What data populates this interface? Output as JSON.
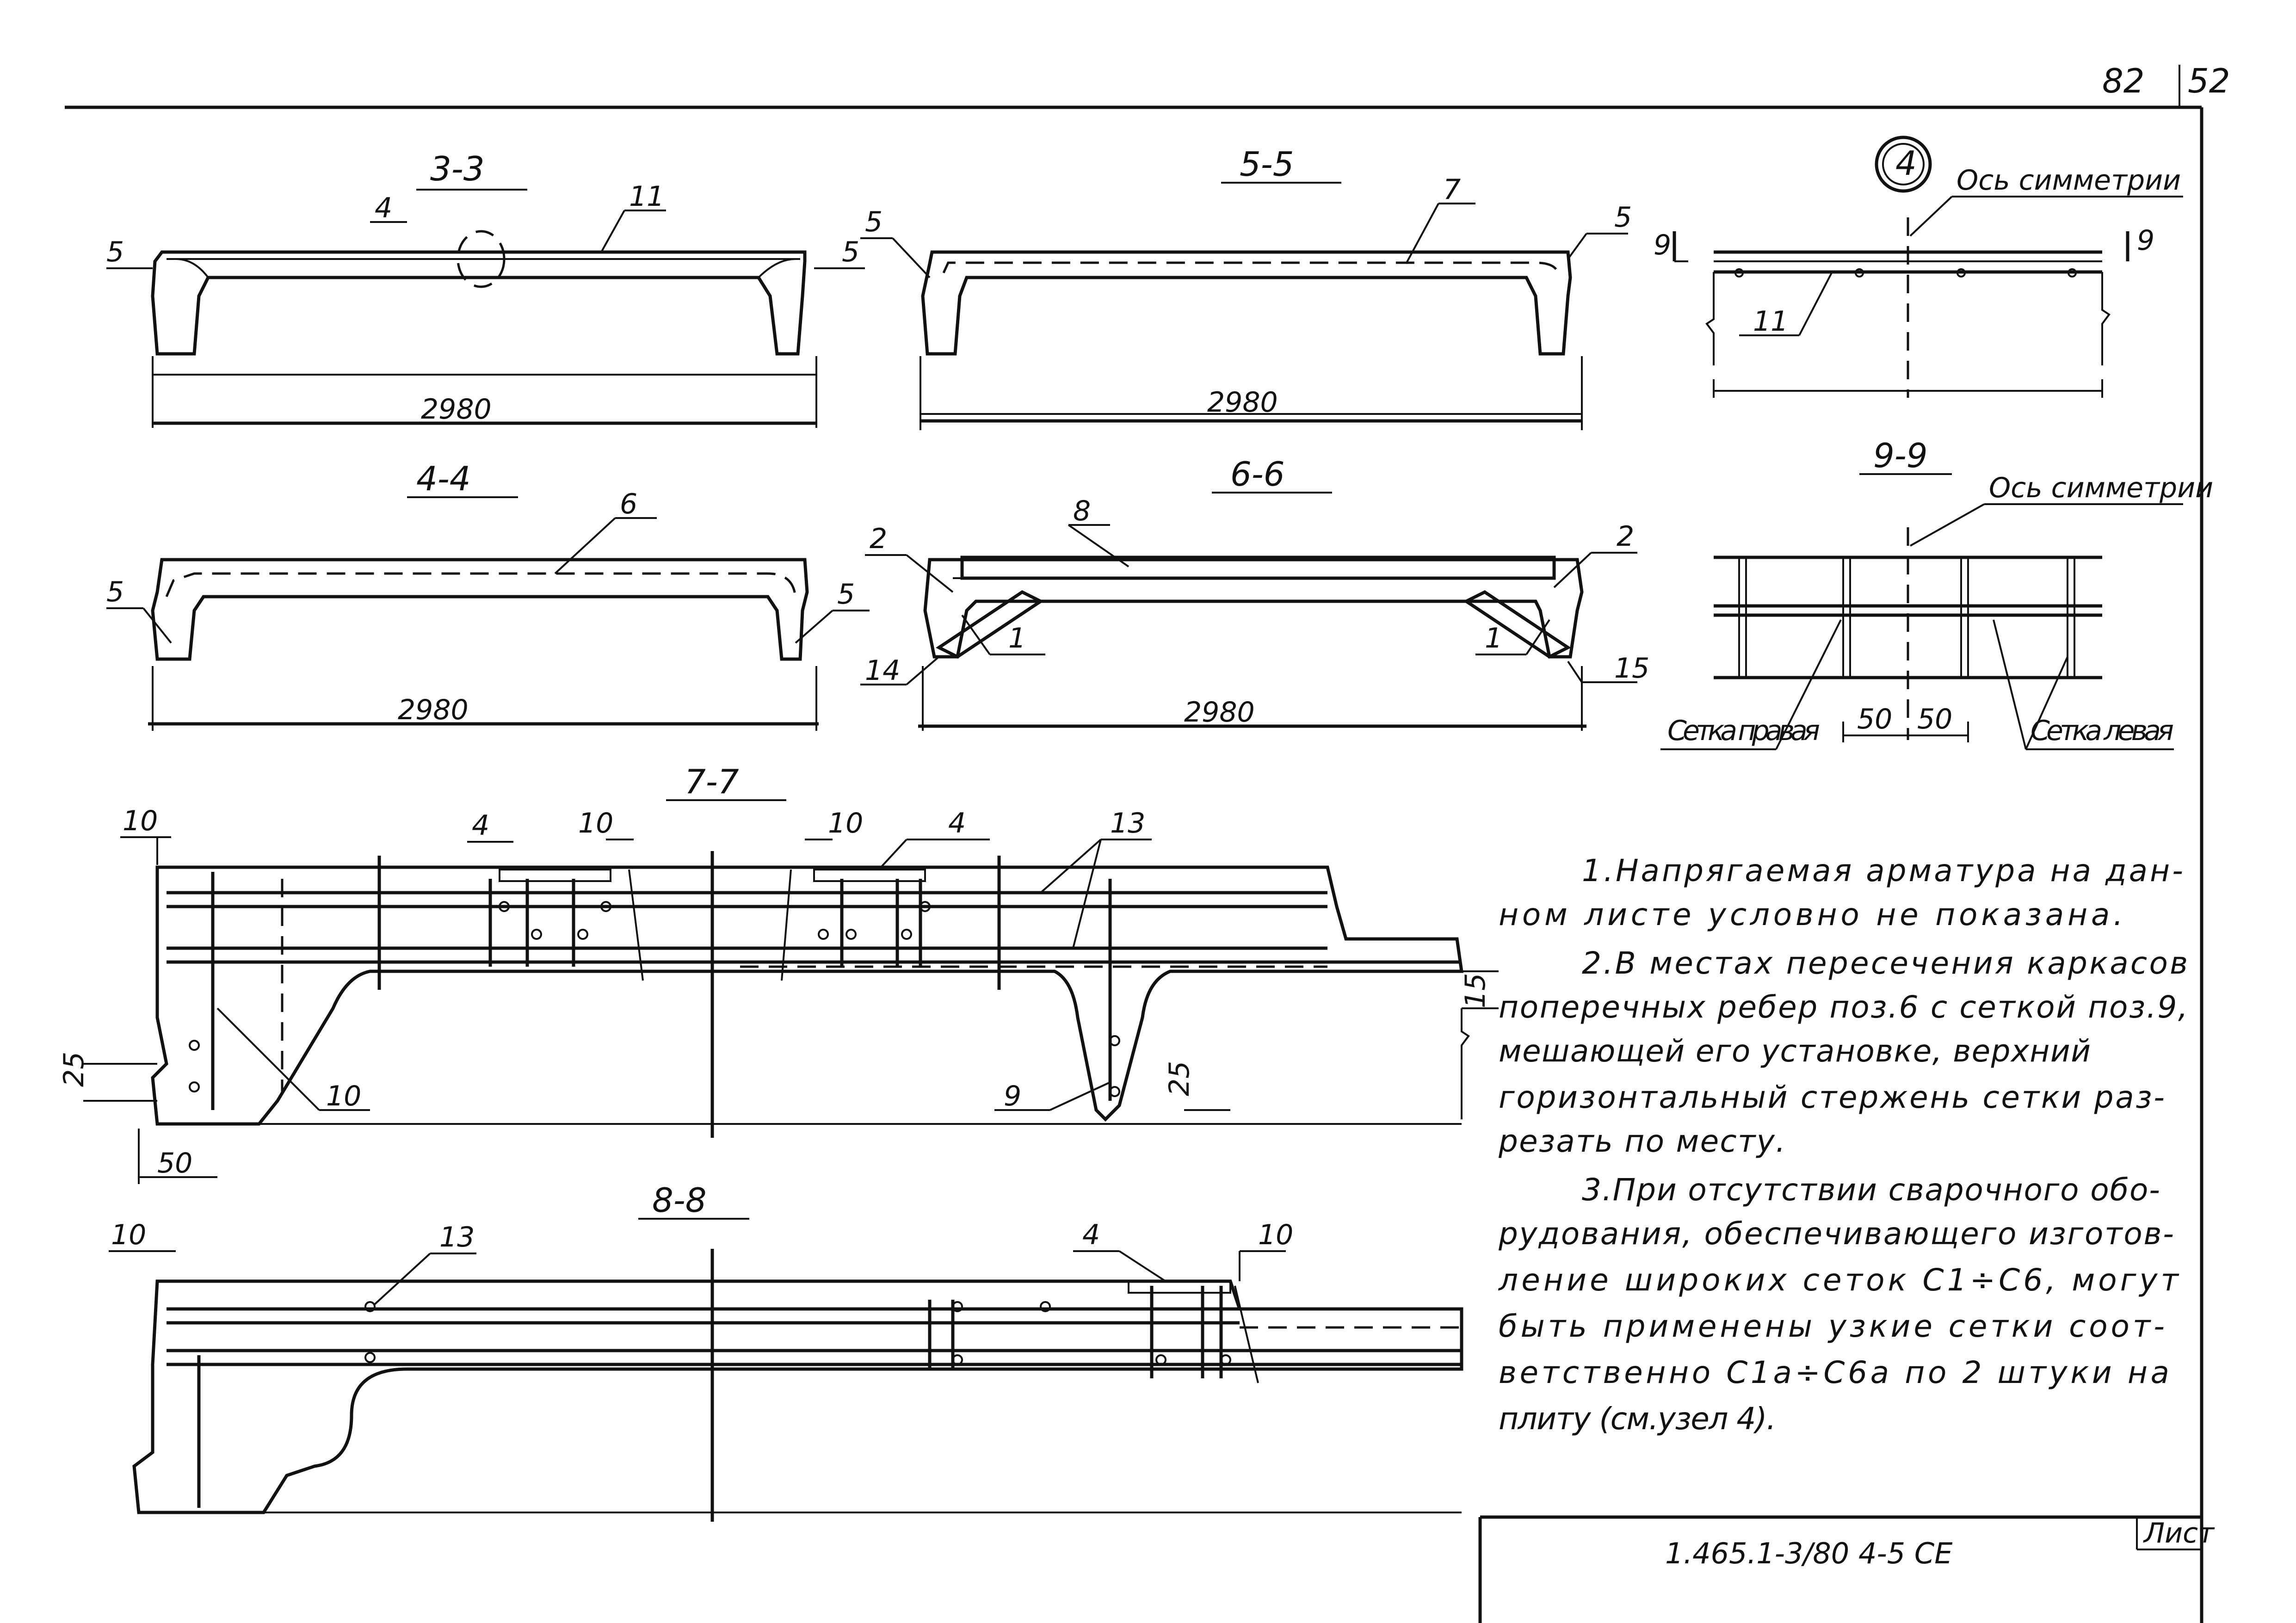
{
  "page_numbers": {
    "left": "82",
    "right": "52"
  },
  "detail_mark": "4",
  "sections": {
    "s33": {
      "title": "3-3",
      "dim": "2980",
      "callouts": [
        "4",
        "11",
        "5",
        "5"
      ]
    },
    "s55": {
      "title": "5-5",
      "dim": "2980",
      "callouts": [
        "7",
        "5",
        "5"
      ]
    },
    "s44": {
      "title": "4-4",
      "dim": "2980",
      "callouts": [
        "6",
        "5",
        "5"
      ]
    },
    "s66": {
      "title": "6-6",
      "dim": "2980",
      "callouts": [
        "8",
        "2",
        "2",
        "1",
        "1",
        "14",
        "15"
      ]
    },
    "s77": {
      "title": "7-7",
      "callouts": [
        "4",
        "4",
        "13",
        "10",
        "9"
      ],
      "dims": [
        "10",
        "10",
        "10",
        "25",
        "25",
        "50",
        "15"
      ]
    },
    "s88": {
      "title": "8-8",
      "callouts": [
        "13",
        "4"
      ],
      "dims": [
        "10",
        "10"
      ]
    },
    "d4": {
      "axis_label": "Ось симметрии",
      "callouts": [
        "11"
      ],
      "cuts": [
        "9",
        "9"
      ]
    },
    "s99": {
      "title": "9-9",
      "axis_label": "Ось симметрии",
      "dims": [
        "50",
        "50"
      ],
      "mesh_right": "Сетка правая",
      "mesh_left": "Сетка левая"
    }
  },
  "notes": [
    "1.Напрягаемая арматура на дан-",
    "ном листе условно не показана.",
    "2.В местах пересечения каркасов",
    "поперечных ребер поз.6 с сеткой поз.9,",
    "мешающей его установке, верхний",
    "горизонтальный стержень сетки раз-",
    "резать по месту.",
    "3.При отсутствии сварочного обо-",
    "рудования, обеспечивающего изготов-",
    "ление широких сеток С1÷С6, могут",
    "быть применены узкие сетки соот-",
    "ветственно С1а÷С6а по 2 штуки на",
    "плиту (см.узел 4)."
  ],
  "stamp": {
    "label": "Лист",
    "code": "1.465.1-3/80 4-5 СЕ"
  }
}
